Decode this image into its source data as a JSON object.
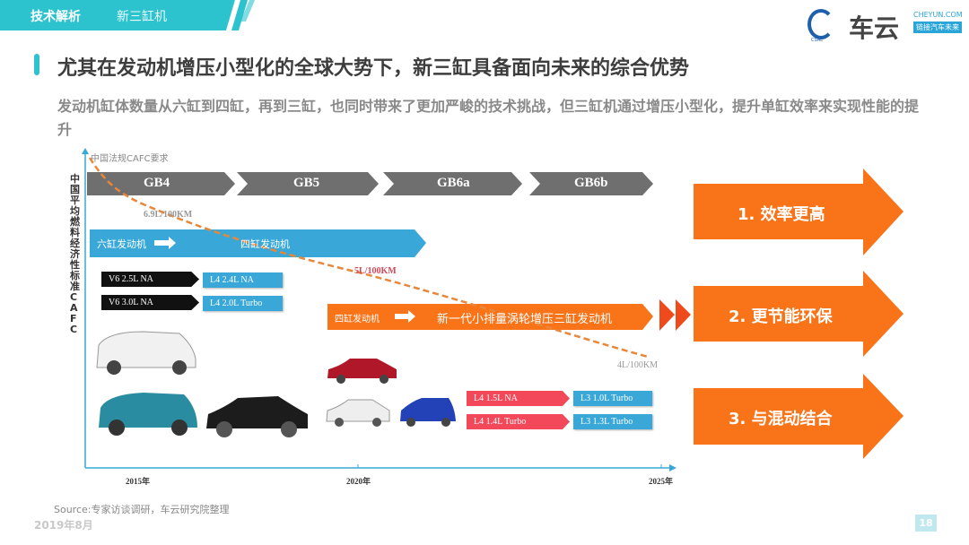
{
  "header": {
    "section": "技术解析",
    "topic": "新三缸机",
    "logo_brand": "车云",
    "logo_url": "CHEYUN.COM",
    "logo_tagline": "链接汽车未来",
    "logo_left": "CSAE"
  },
  "title": "尤其在发动机增压小型化的全球大势下，新三缸具备面向未来的综合优势",
  "subtitle": "发动机缸体数量从六缸到四缸，再到三缸，也同时带来了更加严峻的技术挑战，但三缸机通过增压小型化，提升单缸效率来实现性能的提升",
  "diagram": {
    "axis_top_label": "中国法规CAFC要求",
    "y_axis_label": "中国平均燃料经济性标准CAFC",
    "x_ticks": [
      "2015年",
      "2020年",
      "2025年"
    ],
    "standards": [
      "GB4",
      "GB5",
      "GB6a",
      "GB6b"
    ],
    "cafc_points": [
      "6.9L/100KM",
      "5L/100KM",
      "4L/100KM"
    ],
    "blue_band": {
      "from": "六缸发动机",
      "to": "四缸发动机"
    },
    "v6": [
      "V6 2.5L NA",
      "V6 3.0L NA"
    ],
    "l4_old": [
      "L4 2.4L NA",
      "L4 2.0L Turbo"
    ],
    "orange_band": {
      "from": "四缸发动机",
      "to": "新一代小排量涡轮增压三缸发动机"
    },
    "l4_new": [
      "L4 1.5L NA",
      "L4 1.4L Turbo"
    ],
    "l3": [
      "L3 1.0L Turbo",
      "L3 1.3L Turbo"
    ],
    "advantages": [
      "1. 效率更高",
      "2. 更节能环保",
      "3. 与混动结合"
    ]
  },
  "footer": {
    "source": "Source:专家访谈调研，车云研究院整理",
    "date": "2019年8月",
    "page": "18"
  },
  "colors": {
    "teal": "#2cc3cf",
    "orange": "#f97318",
    "blue": "#39a8d8",
    "gray": "#6f6f6f",
    "red": "#f2485a"
  }
}
